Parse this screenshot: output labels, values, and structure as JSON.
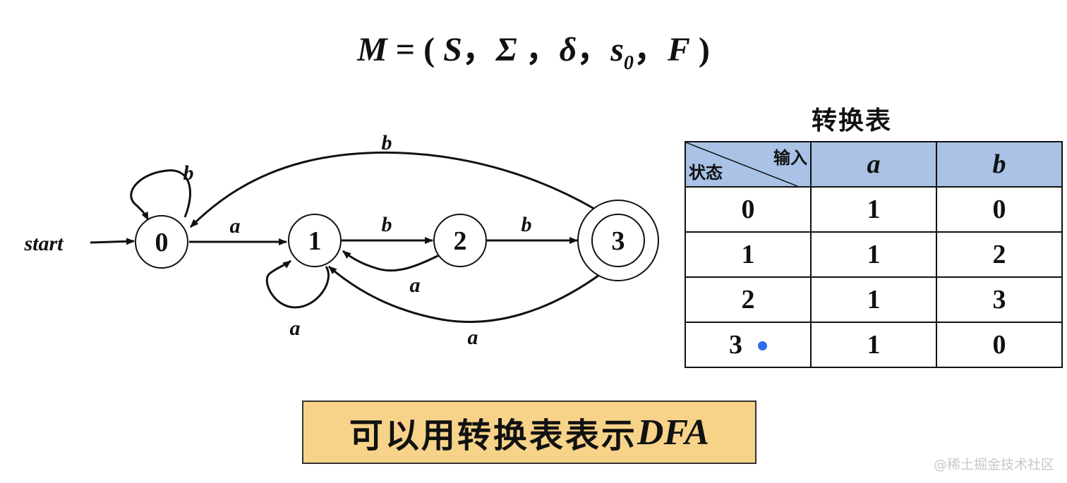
{
  "formula": {
    "lhs": "M",
    "eq": " = ( ",
    "s": "S",
    "sep1": "，",
    "sigma": "Σ",
    "sep2": " ，",
    "delta": "δ",
    "sep3": "，",
    "s0": "s",
    "s0_sub": "0",
    "sep4": "，",
    "f": "F",
    "close": " )"
  },
  "diagram": {
    "start_label": "start",
    "states": [
      "0",
      "1",
      "2",
      "3"
    ],
    "accepting_state": "3",
    "start_state": "0",
    "transitions": [
      {
        "from": "0",
        "to": "0",
        "symbol": "b"
      },
      {
        "from": "0",
        "to": "1",
        "symbol": "a"
      },
      {
        "from": "1",
        "to": "1",
        "symbol": "a"
      },
      {
        "from": "1",
        "to": "2",
        "symbol": "b"
      },
      {
        "from": "2",
        "to": "1",
        "symbol": "a"
      },
      {
        "from": "2",
        "to": "3",
        "symbol": "b"
      },
      {
        "from": "3",
        "to": "1",
        "symbol": "a"
      },
      {
        "from": "3",
        "to": "0",
        "symbol": "b"
      }
    ]
  },
  "table": {
    "title": "转换表",
    "corner_input": "输入",
    "corner_state": "状态",
    "header_color": "#a9c2e6",
    "columns": [
      "a",
      "b"
    ],
    "rows": [
      {
        "state": "0",
        "a": "1",
        "b": "0"
      },
      {
        "state": "1",
        "a": "1",
        "b": "2"
      },
      {
        "state": "2",
        "a": "1",
        "b": "3"
      },
      {
        "state": "3",
        "a": "1",
        "b": "0"
      }
    ]
  },
  "caption": {
    "text": "可以用转换表表示",
    "dfa": "DFA",
    "bg_color": "#f7d38a"
  },
  "watermark": "@稀土掘金技术社区"
}
